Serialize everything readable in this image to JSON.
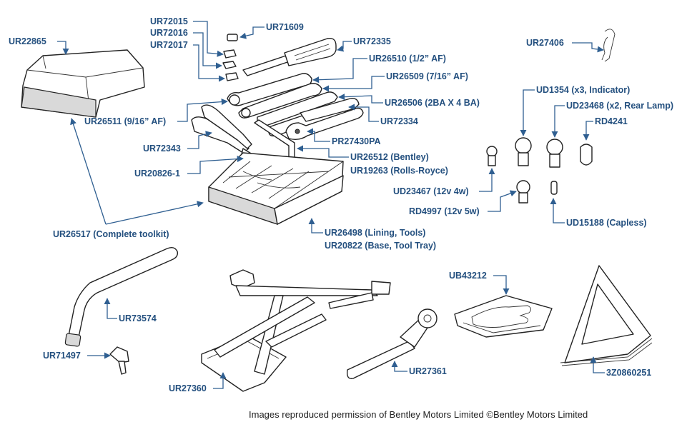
{
  "labels": {
    "ur22865": "UR22865",
    "ur72015": "UR72015",
    "ur72016": "UR72016",
    "ur72017": "UR72017",
    "ur71609": "UR71609",
    "ur72335": "UR72335",
    "ur26510": "UR26510 (1/2” AF)",
    "ur26509": "UR26509 (7/16” AF)",
    "ur26506": "UR26506 (2BA X 4 BA)",
    "ur72334": "UR72334",
    "ur26511": "UR26511 (9/16” AF)",
    "pr27430pa": "PR27430PA",
    "ur72343": "UR72343",
    "ur26512": "UR26512 (Bentley)",
    "ur19263": "UR19263 (Rolls-Royce)",
    "ur20826": "UR20826-1",
    "ur26517": "UR26517 (Complete toolkit)",
    "ur26498": "UR26498 (Lining, Tools)",
    "ur20822": "UR20822 (Base, Tool Tray)",
    "ur27406": "UR27406",
    "ud1354": "UD1354 (x3, Indicator)",
    "ud23468": "UD23468 (x2, Rear Lamp)",
    "rd4241": "RD4241",
    "ud23467": "UD23467 (12v 4w)",
    "rd4997": "RD4997 (12v 5w)",
    "ud15188": "UD15188 (Capless)",
    "ur73574": "UR73574",
    "ur71497": "UR71497",
    "ub43212": "UB43212",
    "ur27360": "UR27360",
    "ur27361": "UR27361",
    "z3860251": "3Z0860251"
  },
  "credit": "Images reproduced permission of Bentley Motors Limited ©Bentley Motors Limited",
  "colors": {
    "label": "#24507f",
    "leader": "#2f5f91",
    "line_art": "#222222",
    "background": "#ffffff"
  }
}
